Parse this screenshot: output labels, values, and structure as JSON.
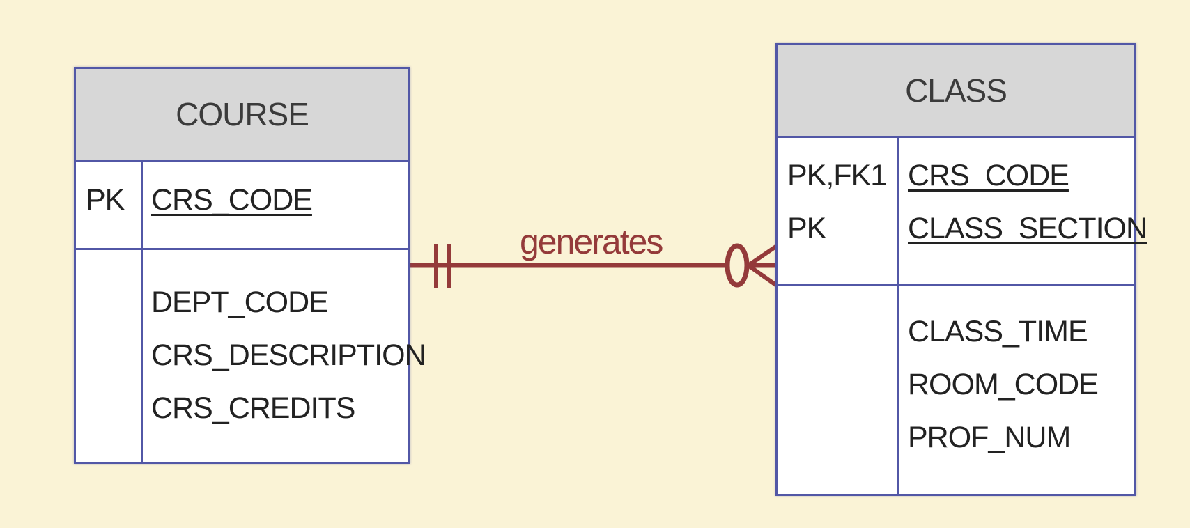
{
  "colors": {
    "background": "#faf3d6",
    "entity_border": "#5257a6",
    "header_fill": "#d7d7d7",
    "relationship": "#943a3a"
  },
  "course": {
    "name": "COURSE",
    "keys": [
      "PK"
    ],
    "primary_key_attributes": [
      "CRS_CODE"
    ],
    "attributes": [
      "DEPT_CODE",
      "CRS_DESCRIPTION",
      "CRS_CREDITS"
    ]
  },
  "class": {
    "name": "CLASS",
    "keys": [
      "PK,FK1",
      "PK"
    ],
    "primary_key_attributes": [
      "CRS_CODE",
      "CLASS_SECTION"
    ],
    "attributes": [
      "CLASS_TIME",
      "ROOM_CODE",
      "PROF_NUM"
    ]
  },
  "relationship": {
    "label": "generates",
    "from": "COURSE",
    "to": "CLASS",
    "from_cardinality": "one-and-only-one",
    "to_cardinality": "zero-or-many"
  }
}
